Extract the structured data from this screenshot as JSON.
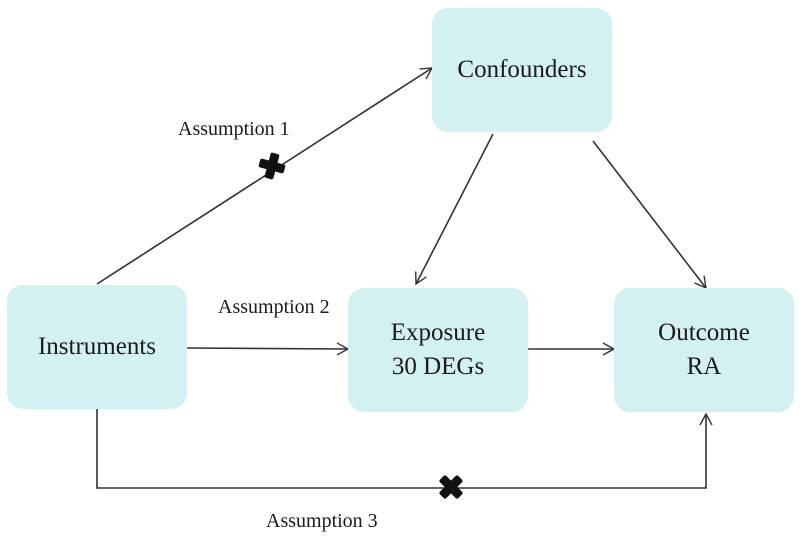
{
  "nodes": {
    "confounders": {
      "label": "Confounders"
    },
    "instruments": {
      "label": "Instruments"
    },
    "exposure": {
      "line1": "Exposure",
      "line2": "30 DEGs"
    },
    "outcome": {
      "line1": "Outcome",
      "line2": "RA"
    }
  },
  "edges": {
    "assumption_1": {
      "label": "Assumption 1",
      "from": "Instruments",
      "to": "Confounders",
      "violated": true
    },
    "assumption_2": {
      "label": "Assumption 2",
      "from": "Instruments",
      "to": "Exposure",
      "violated": false
    },
    "assumption_3": {
      "label": "Assumption 3",
      "from": "Instruments",
      "to": "Outcome",
      "violated": true
    },
    "confounders_to_exposure": {
      "from": "Confounders",
      "to": "Exposure"
    },
    "confounders_to_outcome": {
      "from": "Confounders",
      "to": "Outcome"
    },
    "exposure_to_outcome": {
      "from": "Exposure",
      "to": "Outcome"
    }
  },
  "colors": {
    "node_fill": "#d4f1f1",
    "line": "#333333",
    "cross": "#111111"
  },
  "icons": {
    "violation_marker": "cross-icon"
  }
}
